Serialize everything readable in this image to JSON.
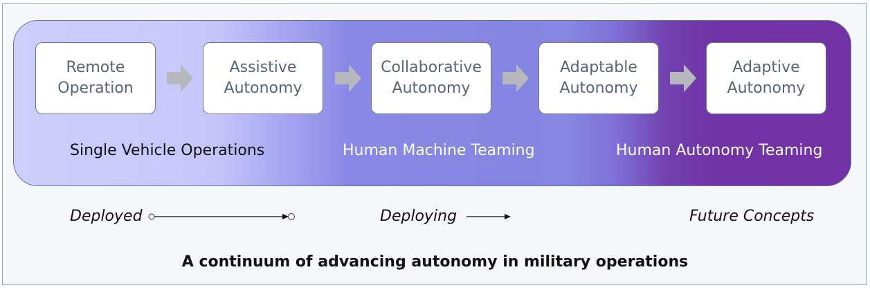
{
  "stages": [
    {
      "line1": "Remote",
      "line2": "Operation"
    },
    {
      "line1": "Assistive",
      "line2": "Autonomy"
    },
    {
      "line1": "Collaborative",
      "line2": "Autonomy"
    },
    {
      "line1": "Adaptable",
      "line2": "Autonomy"
    },
    {
      "line1": "Adaptive",
      "line2": "Autonomy"
    }
  ],
  "groups": {
    "single": "Single Vehicle Operations",
    "hmt": "Human Machine Teaming",
    "hat": "Human Autonomy Teaming"
  },
  "status": {
    "deployed": "Deployed",
    "deploying": "Deploying",
    "future": "Future Concepts"
  },
  "caption": "A continuum of advancing autonomy in military operations",
  "colors": {
    "arrow": "#b7b8bd",
    "stage_text": "#5a6478",
    "group_dark_text": "#111111",
    "group_light_text": "#ffffff",
    "band_start": "#cfcffd",
    "band_end": "#7232a5"
  }
}
